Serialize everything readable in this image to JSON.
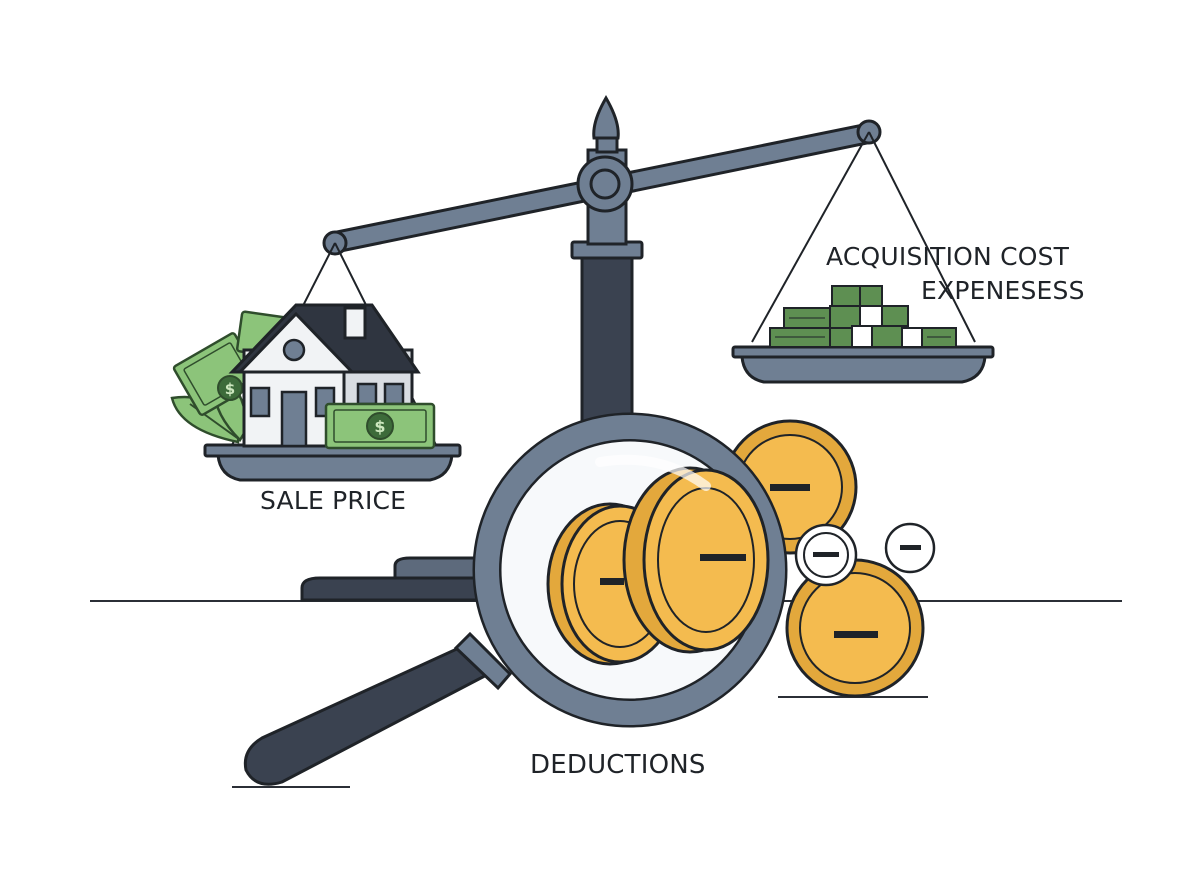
{
  "labels": {
    "sale_price": "SALE PRICE",
    "acquisition_line1": "ACQUISITION COST",
    "acquisition_line2": "EXPENESESS",
    "deductions": "DEDUCTIONS"
  },
  "colors": {
    "ink": "#1f2328",
    "scale_steel": "#6f7f93",
    "scale_dark": "#3a4250",
    "coin_gold": "#f4bb4f",
    "coin_edge": "#e3a83c",
    "money_green": "#8cc47a",
    "money_dark": "#3d6b3a"
  },
  "icons": [
    "balance-scale-icon",
    "house-icon",
    "banknote-icon",
    "cash-stack-icon",
    "magnifying-glass-icon",
    "coin-icon",
    "minus-badge-icon"
  ]
}
